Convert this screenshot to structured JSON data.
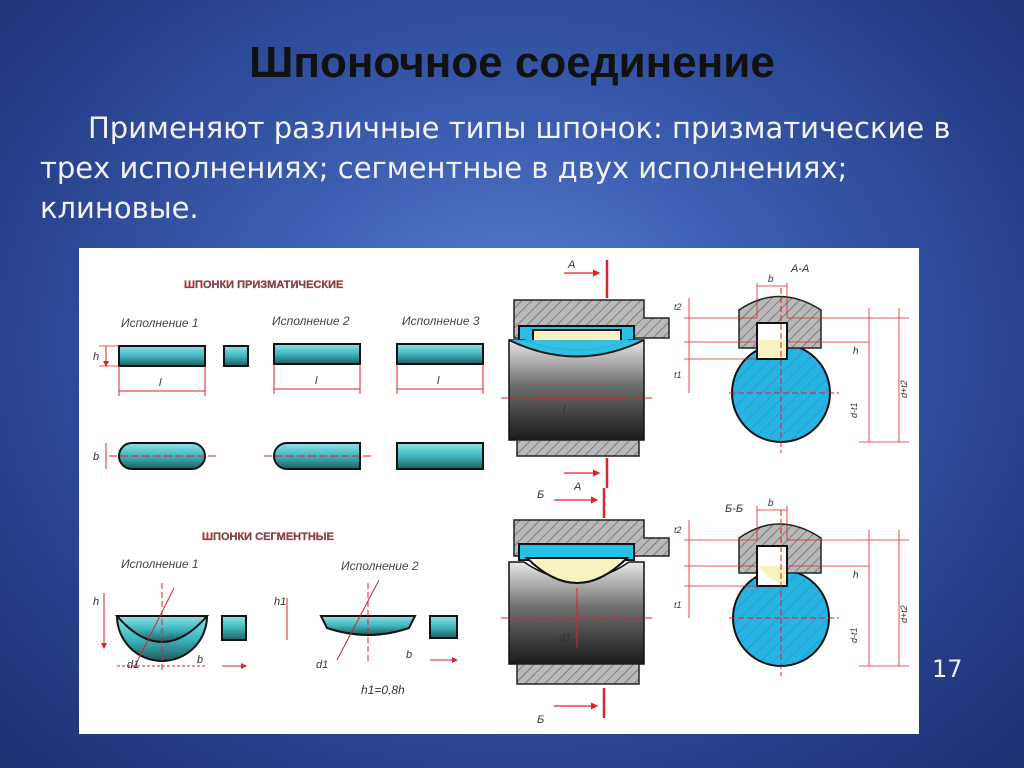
{
  "slide": {
    "title": "Шпоночное соединение",
    "body": "Применяют различные типы шпонок: призматические в трех исполнениях; сегментные в двух исполнениях; клиновые.",
    "page_number": "17"
  },
  "figure": {
    "prismatic_heading": "ШПОНКИ ПРИЗМАТИЧЕСКИЕ",
    "segment_heading": "ШПОНКИ СЕГМЕНТНЫЕ",
    "exec_1": "Исполнение 1",
    "exec_2": "Исполнение 2",
    "exec_3": "Исполнение 3",
    "label_h": "h",
    "label_l": "l",
    "label_b": "b",
    "label_h1": "h1",
    "label_d1": "d1",
    "label_t1": "t1",
    "label_t2": "t2",
    "label_d_t1": "d-t1",
    "label_d_t2": "d+t2",
    "formula": "h1=0,8h",
    "section_a": "A",
    "section_aa": "A-A",
    "section_b": "Б",
    "section_bb": "Б-Б"
  },
  "colors": {
    "key_fill": "#3fb7bf",
    "shaft_fill": "#27b4e3",
    "dimension_line": "#e0202a",
    "slide_bg": "#3c5fb3"
  }
}
